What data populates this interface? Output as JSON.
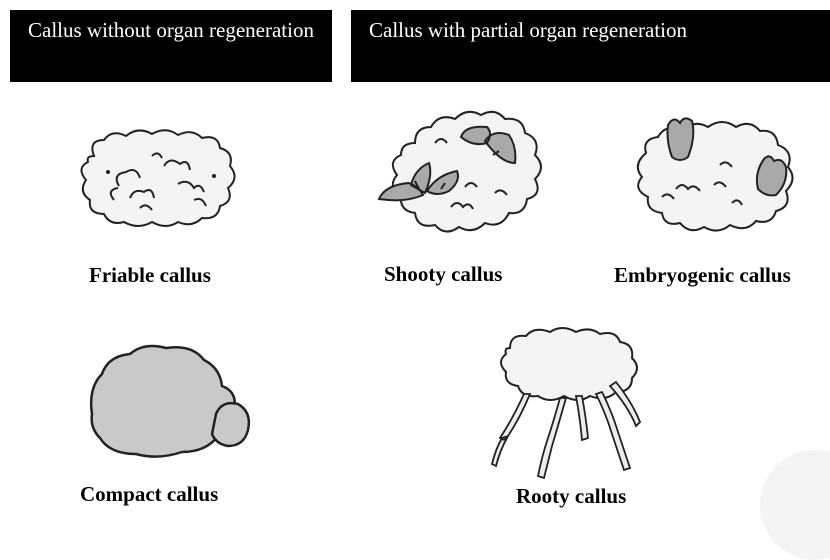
{
  "headers": {
    "left": "Callus without organ regeneration",
    "right": "Callus with partial organ regeneration"
  },
  "labels": {
    "friable": "Friable callus",
    "shooty": "Shooty callus",
    "embryogenic": "Embryogenic callus",
    "compact": "Compact callus",
    "rooty": "Rooty callus"
  },
  "colors": {
    "header_bg": "#000000",
    "header_text": "#ffffff",
    "callus_fill": "#f4f4f4",
    "organ_fill": "#a9a9a9",
    "compact_fill": "#c9c9c9",
    "outline": "#222222"
  }
}
